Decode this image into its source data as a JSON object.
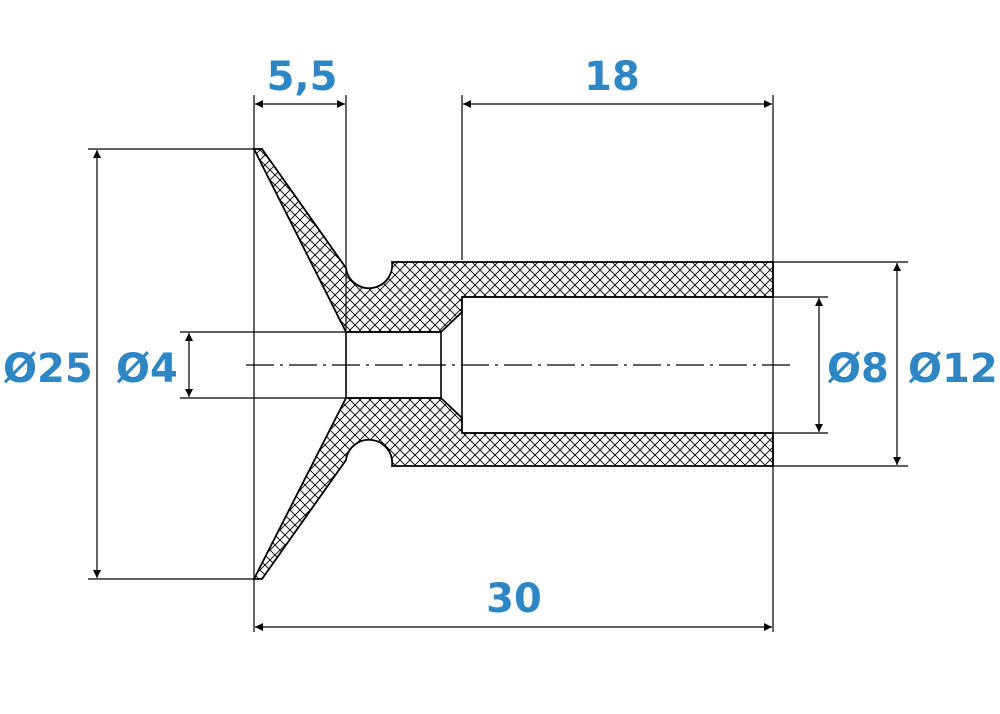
{
  "colors": {
    "dimension_text": "#2f86c4",
    "outline": "#000000",
    "background": "#ffffff"
  },
  "dimensions": {
    "width_lip": "5,5",
    "length_bore": "18",
    "total_length": "30",
    "diameter_cup": "Ø25",
    "diameter_small_hole": "Ø4",
    "diameter_bore": "Ø8",
    "diameter_outer": "Ø12"
  }
}
